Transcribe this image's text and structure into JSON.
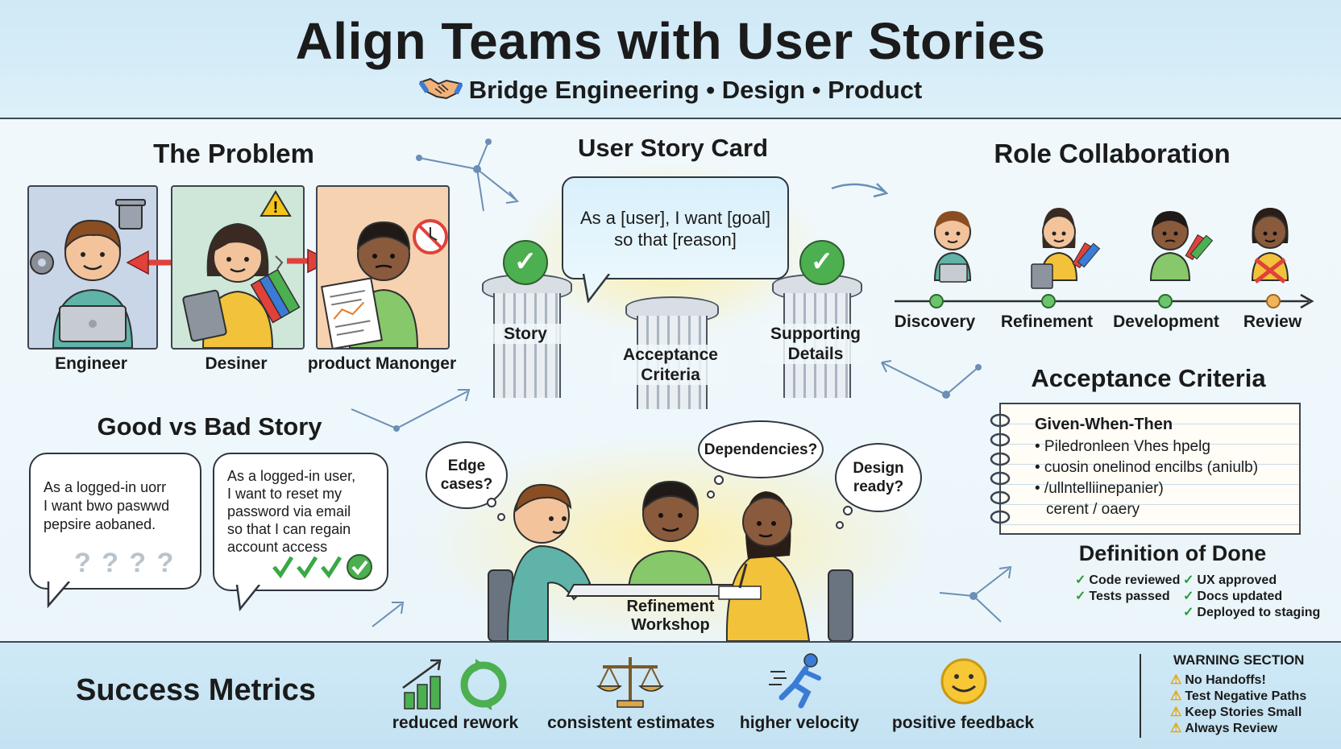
{
  "header": {
    "title": "Align Teams with User Stories",
    "subtitle": "Bridge Engineering • Design • Product",
    "subtitle_icon": "handshake-icon"
  },
  "problem": {
    "title": "The Problem",
    "roles": [
      {
        "label": "Engineer",
        "color": "#c9d6e8"
      },
      {
        "label": "Desiner",
        "color": "#cfe7d8"
      },
      {
        "label": "product Manonger",
        "color": "#f6d2b0"
      }
    ]
  },
  "story_card": {
    "title": "User Story Card",
    "text_line1": "As a [user], I want [goal]",
    "text_line2": "so that [reason]",
    "pillars": [
      {
        "label": "Story"
      },
      {
        "label_line1": "Acceptance",
        "label_line2": "Criteria"
      },
      {
        "label_line1": "Supporting",
        "label_line2": "Details"
      }
    ]
  },
  "collaboration": {
    "title": "Role Collaboration",
    "stages": [
      "Discovery",
      "Refinement",
      "Development",
      "Review"
    ]
  },
  "good_bad": {
    "title": "Good vs Bad Story",
    "bad_lines": [
      "As a logged-in uorr",
      "I want bwo paswwd",
      "pepsire aobaned."
    ],
    "bad_marks": "? ? ?  ?",
    "good_lines": [
      "As a logged-in user,",
      "I want to reset my",
      "password via email",
      "so that I can regain",
      "account access"
    ]
  },
  "workshop": {
    "clouds": [
      {
        "line1": "Edge",
        "line2": "cases?"
      },
      {
        "line1": "Dependencies?"
      },
      {
        "line1": "Design",
        "line2": "ready?"
      }
    ],
    "label_line1": "Refinement",
    "label_line2": "Workshop"
  },
  "acceptance": {
    "title": "Acceptance Criteria",
    "heading": "Given-When-Then",
    "items": [
      "• Piledronleen Vhes hpelg",
      "• cuosin onelinod encilbs (aniulb)",
      "• /ullntelliinepanier)",
      "cerent / oaery"
    ]
  },
  "dod": {
    "title": "Definition of Done",
    "left": [
      "Code reviewed",
      "Tests passed"
    ],
    "right": [
      "UX approved",
      "Docs updated",
      "Deployed to staging"
    ]
  },
  "metrics": {
    "title": "Success Metrics",
    "items": [
      {
        "label": "reduced rework",
        "icon": "bar-chart-recycle-icon"
      },
      {
        "label": "consistent estimates",
        "icon": "scale-icon"
      },
      {
        "label": "higher velocity",
        "icon": "running-person-icon"
      },
      {
        "label": "positive feedback",
        "icon": "smiley-icon"
      }
    ]
  },
  "warning": {
    "title": "WARNING SECTION",
    "items": [
      "No Handoffs!",
      "Test Negative Paths",
      "Keep Stories Small",
      "Always Review"
    ]
  },
  "colors": {
    "accent_green": "#4caf50",
    "warning": "#e8a400",
    "arrow_red": "#e0413b"
  }
}
